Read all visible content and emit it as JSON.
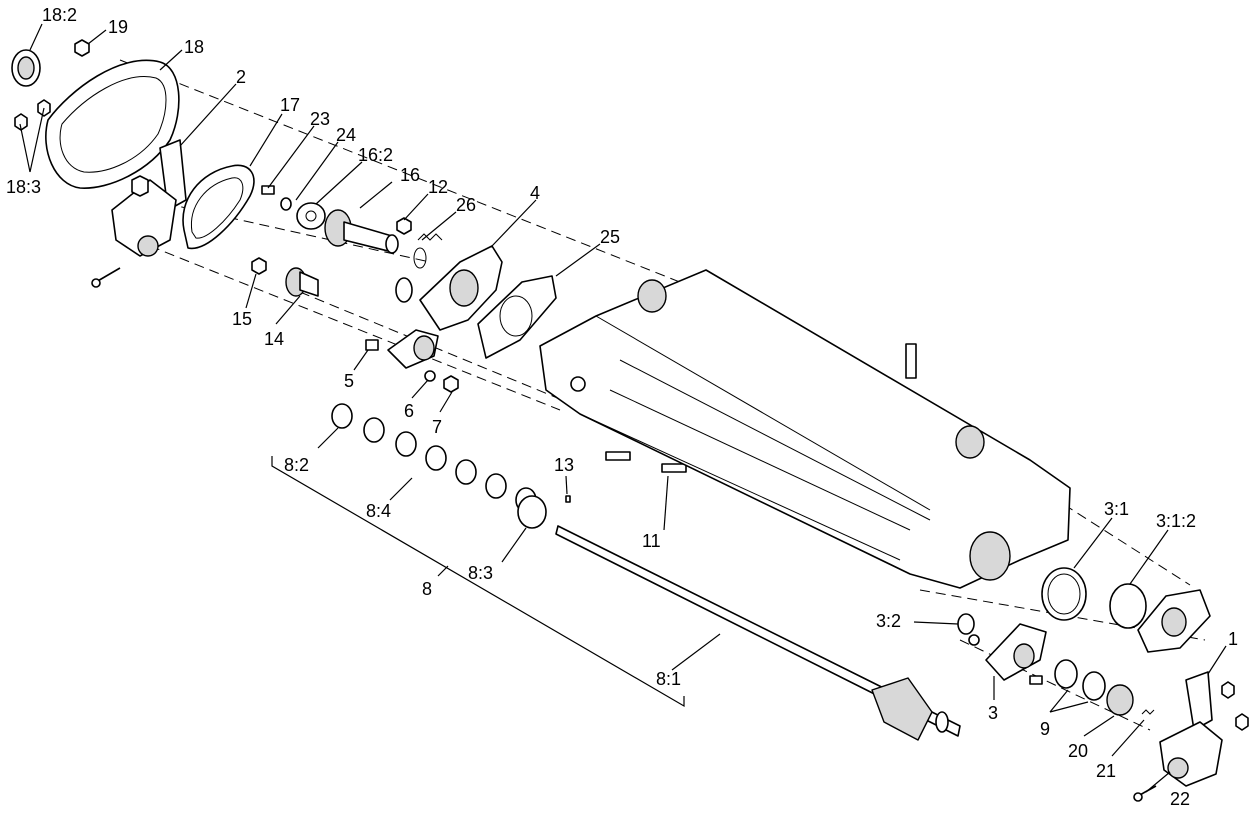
{
  "callouts": {
    "c18_2": "18:2",
    "c19": "19",
    "c18": "18",
    "c2": "2",
    "c18_3": "18:3",
    "c17": "17",
    "c23": "23",
    "c24": "24",
    "c16_2": "16:2",
    "c16": "16",
    "c12": "12",
    "c26": "26",
    "c4": "4",
    "c25": "25",
    "c15": "15",
    "c14": "14",
    "c5": "5",
    "c6": "6",
    "c7": "7",
    "c8_2": "8:2",
    "c8_4": "8:4",
    "c13": "13",
    "c11": "11",
    "c8_3": "8:3",
    "c8": "8",
    "c8_1": "8:1",
    "c3_1": "3:1",
    "c3_1_2": "3:1:2",
    "c3_2": "3:2",
    "c1": "1",
    "c3": "3",
    "c9": "9",
    "c20": "20",
    "c21": "21",
    "c22": "22"
  }
}
